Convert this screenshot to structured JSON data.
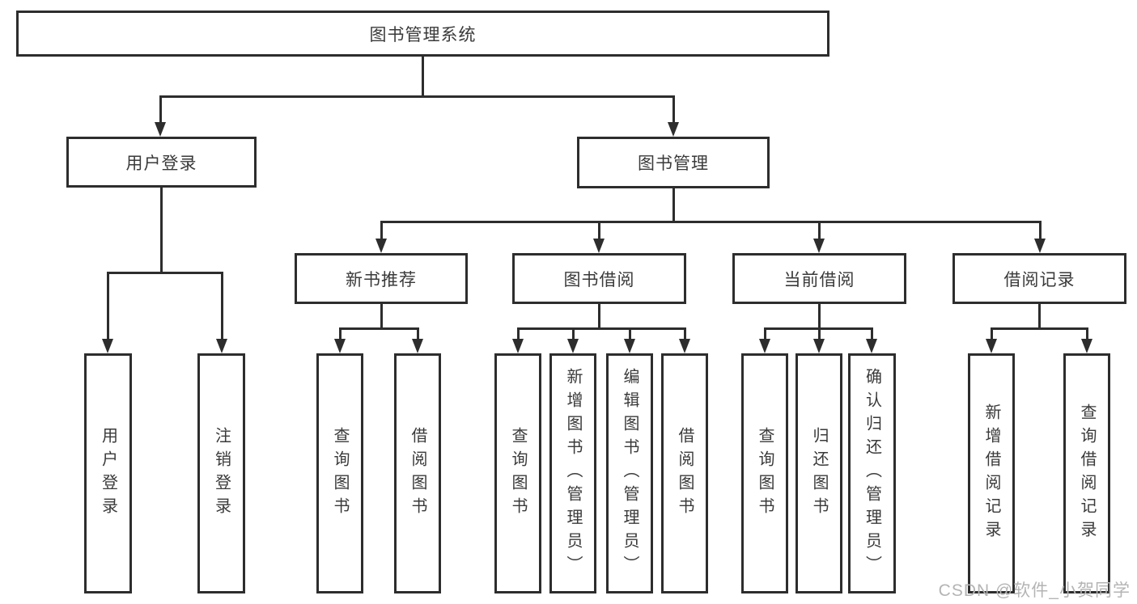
{
  "colors": {
    "line": "#2d2d2d",
    "text": "#3a3a3a",
    "watermark": "#b4b4b4",
    "background": "#ffffff"
  },
  "watermark": "CSDN @软件_小贺同学",
  "diagram": {
    "type": "org-tree",
    "title": "图书管理系统",
    "branches": [
      {
        "label": "用户登录",
        "children": [
          {
            "label": "用户登录"
          },
          {
            "label": "注销登录"
          }
        ]
      },
      {
        "label": "图书管理",
        "children": [
          {
            "label": "新书推荐",
            "children": [
              {
                "label": "查询图书"
              },
              {
                "label": "借阅图书"
              }
            ]
          },
          {
            "label": "图书借阅",
            "children": [
              {
                "label": "查询图书"
              },
              {
                "label": "新增图书（管理员）"
              },
              {
                "label": "编辑图书（管理员）"
              },
              {
                "label": "借阅图书"
              }
            ]
          },
          {
            "label": "当前借阅",
            "children": [
              {
                "label": "查询图书"
              },
              {
                "label": "归还图书"
              },
              {
                "label": "确认归还（管理员）"
              }
            ]
          },
          {
            "label": "借阅记录",
            "children": [
              {
                "label": "新增借阅记录"
              },
              {
                "label": "查询借阅记录"
              }
            ]
          }
        ]
      }
    ]
  }
}
